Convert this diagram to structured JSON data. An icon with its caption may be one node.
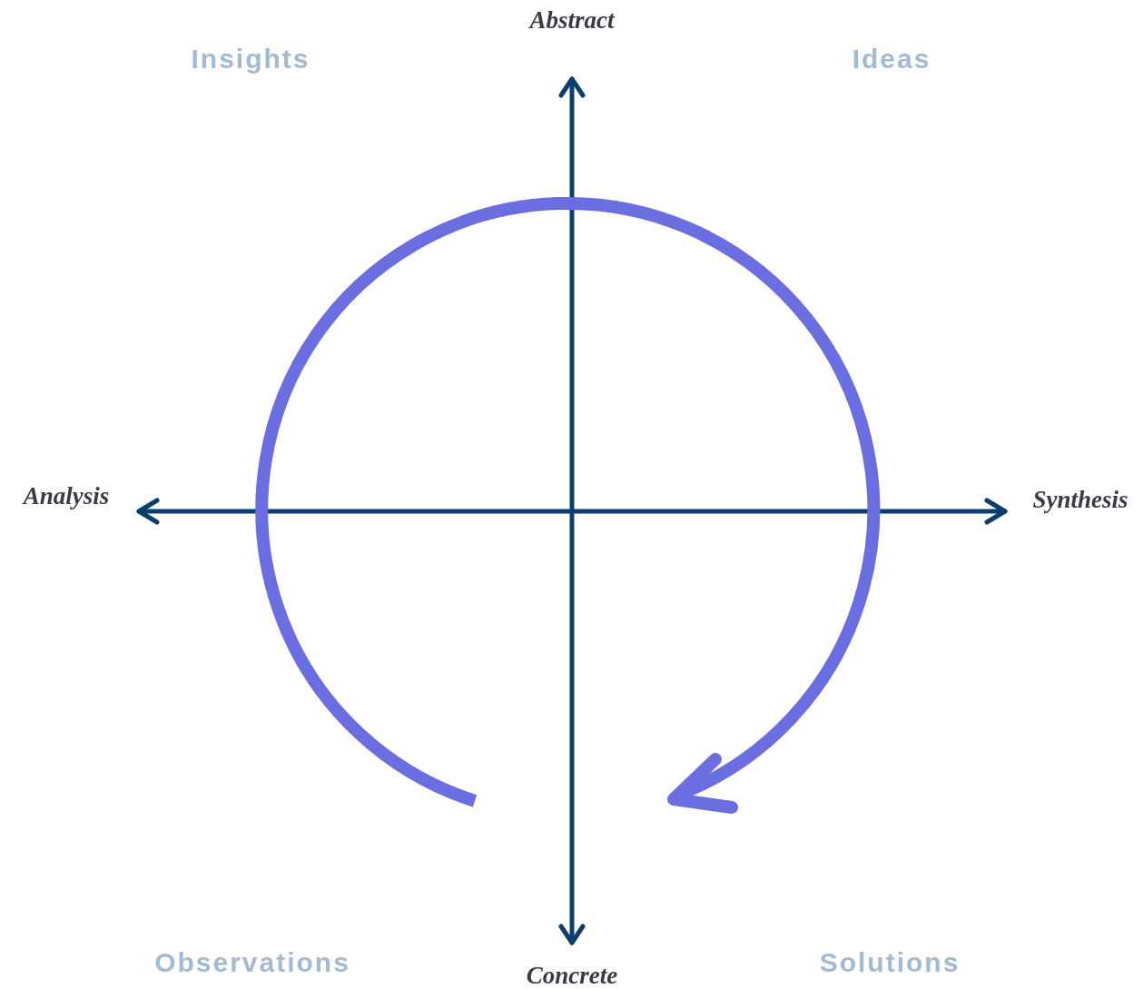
{
  "diagram": {
    "labels": [
      "Abstract",
      "Insights",
      "Ideas",
      "Analysis",
      "Synthesis",
      "Observations",
      "Solutions",
      "Concrete"
    ]
  }
}
